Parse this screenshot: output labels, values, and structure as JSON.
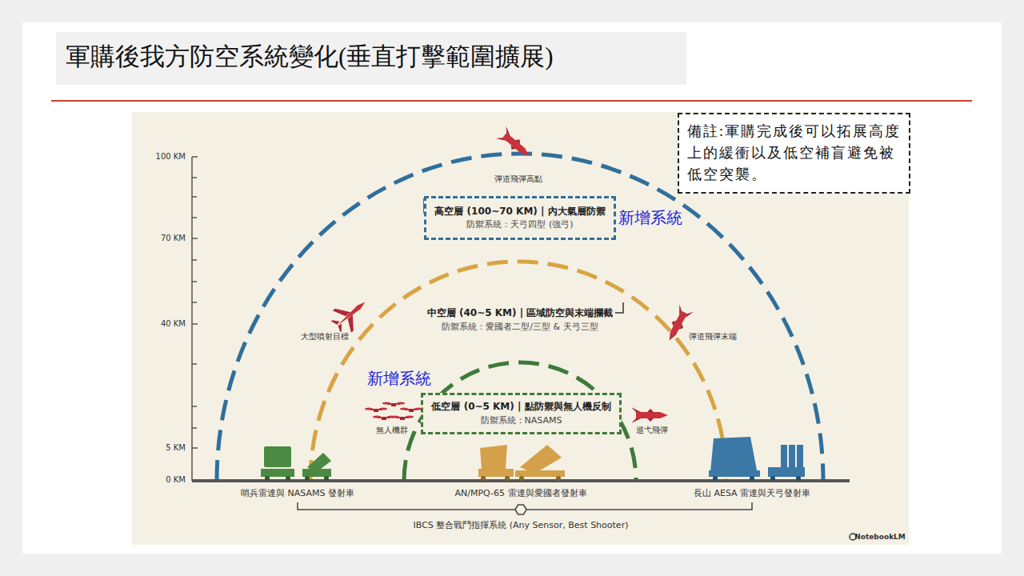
{
  "diagram": {
    "title": "軍購後我方防空系統變化(垂直打擊範圍擴展)",
    "nodes": [
      {
        "text": [
          "備註:軍購完成後可以拓展高度上的緩衝以及低空補盲避免被低空突襲。"
        ]
      },
      {
        "text": [
          "高空層 (100~70 KM) | 內大氣層防禦",
          "防禦系統：天弓四型 (強弓)"
        ]
      },
      {
        "text": [
          "低空層 (0~5 KM) | 點防禦與無人機反制",
          "防禦系統：NASAMS"
        ]
      }
    ],
    "labels": [
      "100 KM",
      "70 KM",
      "40 KM",
      "5 KM",
      "0 KM",
      "新增系統",
      "新增系統",
      "彈道飛彈高點",
      "大型噴射目標",
      "彈道飛彈末端",
      "無人機群",
      "巡弋飛彈",
      "中空層 (40~5 KM) | 區域防空與末端攔截",
      "防禦系統：愛國者二型/三型 & 天弓三型",
      "哨兵雷達與 NASAMS 發射車",
      "AN/MPQ-65 雷達與愛國者發射車",
      "長山 AESA 雷達與天弓發射車",
      "IBCS 整合戰鬥指揮系統 (Any Sensor, Best Shooter)",
      "NotebookLM"
    ]
  }
}
